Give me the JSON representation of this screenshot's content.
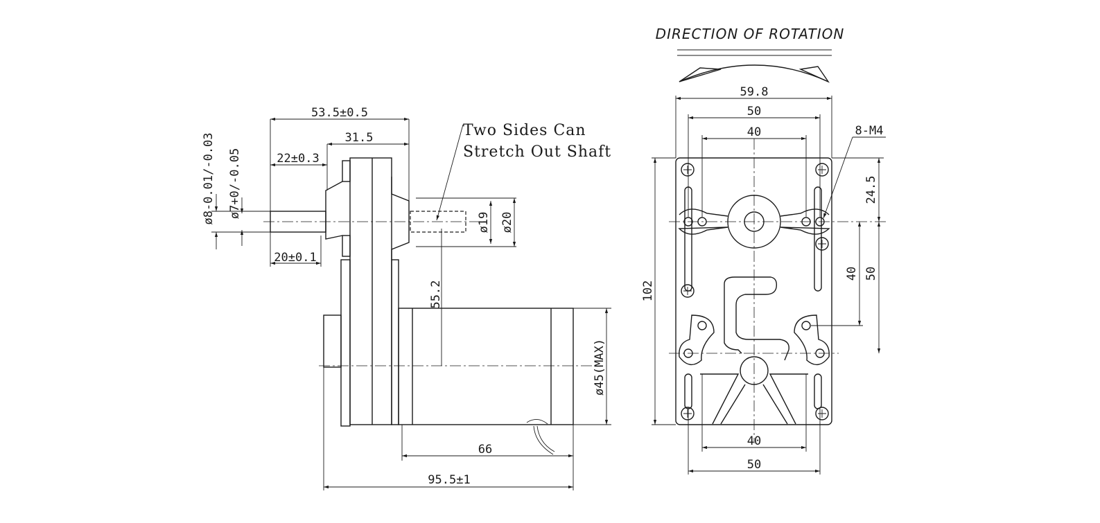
{
  "title": "DIRECTION OF ROTATION",
  "note": {
    "line1": "Two Sides Can",
    "line2": "Stretch Out Shaft"
  },
  "side_view": {
    "dims": {
      "overall_top": "53.5±0.5",
      "gear_width": "31.5",
      "shaft_length_top": "22±0.3",
      "shaft_length_bottom": "20±0.1",
      "shaft_dia_outer": "ø8-0.01/-0.03",
      "shaft_dia_inner": "ø7+0/-0.05",
      "boss_dia_19": "ø19",
      "boss_dia_20": "ø20",
      "center_distance": "55.2",
      "motor_dia": "ø45(MAX)",
      "motor_length": "66",
      "overall_length": "95.5±1"
    }
  },
  "front_view": {
    "dims": {
      "width_total": "59.8",
      "width_50_top": "50",
      "width_40_top": "40",
      "thread": "8-M4",
      "offset_24_5": "24.5",
      "height_total": "102",
      "v_40": "40",
      "v_50": "50",
      "width_40_bottom": "40",
      "width_50_bottom": "50"
    }
  }
}
